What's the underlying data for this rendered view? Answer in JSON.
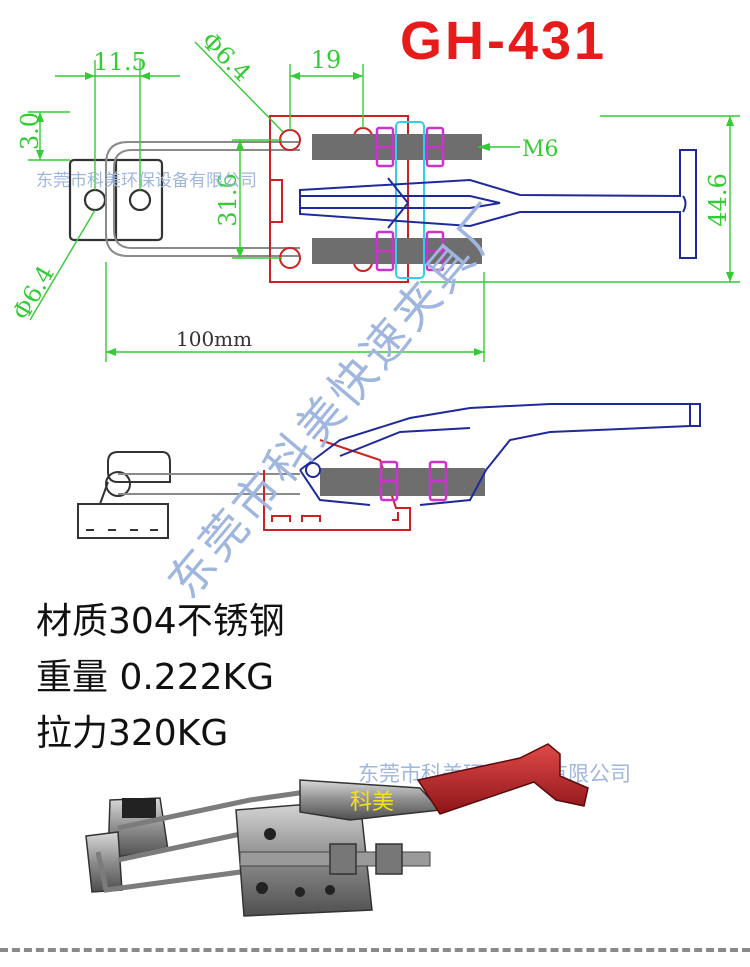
{
  "title": "GH-431",
  "dimensions": {
    "d1": "3.0",
    "d2": "11.5",
    "d3": "Φ6.4",
    "d4": "19",
    "d5": "M6",
    "d6": "31.6",
    "d7": "44.6",
    "d8": "Φ6.4",
    "d9": "100mm"
  },
  "watermark": {
    "company": "东莞市科美环保设备有限公司",
    "diagonal": "东莞市科美快速夹具厂"
  },
  "specs": [
    "材质304不锈钢",
    "重量 0.222KG",
    "拉力320KG"
  ],
  "photo_label": "科美",
  "colors": {
    "title": "#e81b1b",
    "dimension": "#33cc33",
    "base": "#cc2222",
    "handle": "#1f2a9a",
    "rod": "#6e6e6e",
    "nut": "#cc33cc",
    "hook": "#333333",
    "clip": "#33ccee",
    "watermark": "#9fb6df",
    "grip": "#c8262c",
    "photo_label": "#f2e21a"
  }
}
